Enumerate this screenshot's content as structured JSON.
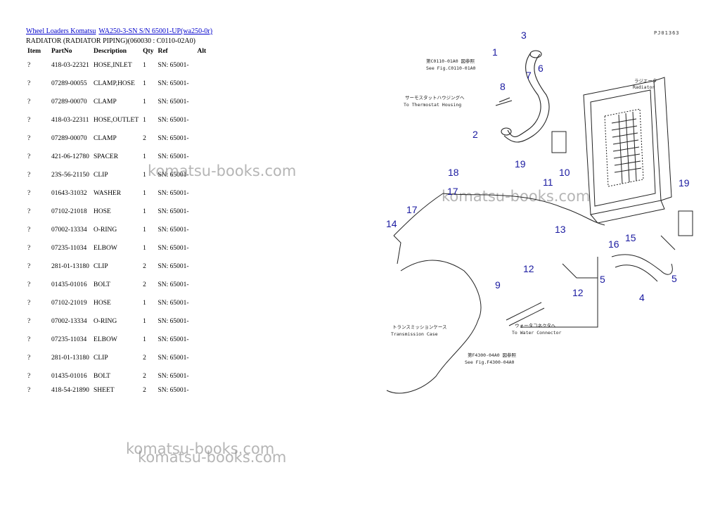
{
  "breadcrumb": {
    "link1": "Wheel Loaders Komatsu",
    "link2": "WA250-3-SN S/N 65001-UP(wa250-0r)"
  },
  "subtitle": "RADIATOR (RADIATOR PIPING)(060030 : C0110-02A0)",
  "table": {
    "headers": [
      "Item",
      "PartNo",
      "Description",
      "Qty",
      "Ref",
      "Alt"
    ],
    "rows": [
      [
        "?",
        "418-03-22321",
        "HOSE,INLET",
        "1",
        "SN: 65001-"
      ],
      [
        "?",
        "07289-00055",
        "CLAMP,HOSE",
        "1",
        "SN: 65001-"
      ],
      [
        "?",
        "07289-00070",
        "CLAMP",
        "1",
        "SN: 65001-"
      ],
      [
        "?",
        "418-03-22311",
        "HOSE,OUTLET",
        "1",
        "SN: 65001-"
      ],
      [
        "?",
        "07289-00070",
        "CLAMP",
        "2",
        "SN: 65001-"
      ],
      [
        "?",
        "421-06-12780",
        "SPACER",
        "1",
        "SN: 65001-"
      ],
      [
        "?",
        "23S-56-21150",
        "CLIP",
        "1",
        "SN: 65001-"
      ],
      [
        "?",
        "01643-31032",
        "WASHER",
        "1",
        "SN: 65001-"
      ],
      [
        "?",
        "07102-21018",
        "HOSE",
        "1",
        "SN: 65001-"
      ],
      [
        "?",
        "07002-13334",
        "O-RING",
        "1",
        "SN: 65001-"
      ],
      [
        "?",
        "07235-11034",
        "ELBOW",
        "1",
        "SN: 65001-"
      ],
      [
        "?",
        "281-01-13180",
        "CLIP",
        "2",
        "SN: 65001-"
      ],
      [
        "?",
        "01435-01016",
        "BOLT",
        "2",
        "SN: 65001-"
      ],
      [
        "?",
        "07102-21019",
        "HOSE",
        "1",
        "SN: 65001-"
      ],
      [
        "?",
        "07002-13334",
        "O-RING",
        "1",
        "SN: 65001-"
      ],
      [
        "?",
        "07235-11034",
        "ELBOW",
        "1",
        "SN: 65001-"
      ],
      [
        "?",
        "281-01-13180",
        "CLIP",
        "2",
        "SN: 65001-"
      ],
      [
        "?",
        "01435-01016",
        "BOLT",
        "2",
        "SN: 65001-"
      ],
      [
        "?",
        "418-54-21890",
        "SHEET",
        "2",
        "SN: 65001-"
      ]
    ]
  },
  "watermark": "komatsu-books.com",
  "diagram": {
    "code": "PJ01363",
    "notes": {
      "see_fig_jp": "第C0110-01A0 図参照",
      "see_fig_en": "See Fig.C0110-01A0",
      "thermostat_jp": "サーモスタットハウジングへ",
      "thermostat_en": "To Thermostat Housing",
      "radiator_jp": "ラジエータ",
      "radiator_en": "Radiator",
      "trans_jp": "トランスミッションケース",
      "trans_en": "Transmission Case",
      "water_jp": "ウォータコネクタへ",
      "water_en": "To Water Connector",
      "see_fig2_jp": "第F4300-04A0 図参照",
      "see_fig2_en": "See Fig.F4300-04A0"
    },
    "callouts": [
      "3",
      "1",
      "6",
      "7",
      "8",
      "2",
      "19",
      "18",
      "10",
      "11",
      "17",
      "17",
      "14",
      "13",
      "15",
      "16",
      "12",
      "12",
      "9",
      "5",
      "5",
      "4",
      "19"
    ]
  }
}
